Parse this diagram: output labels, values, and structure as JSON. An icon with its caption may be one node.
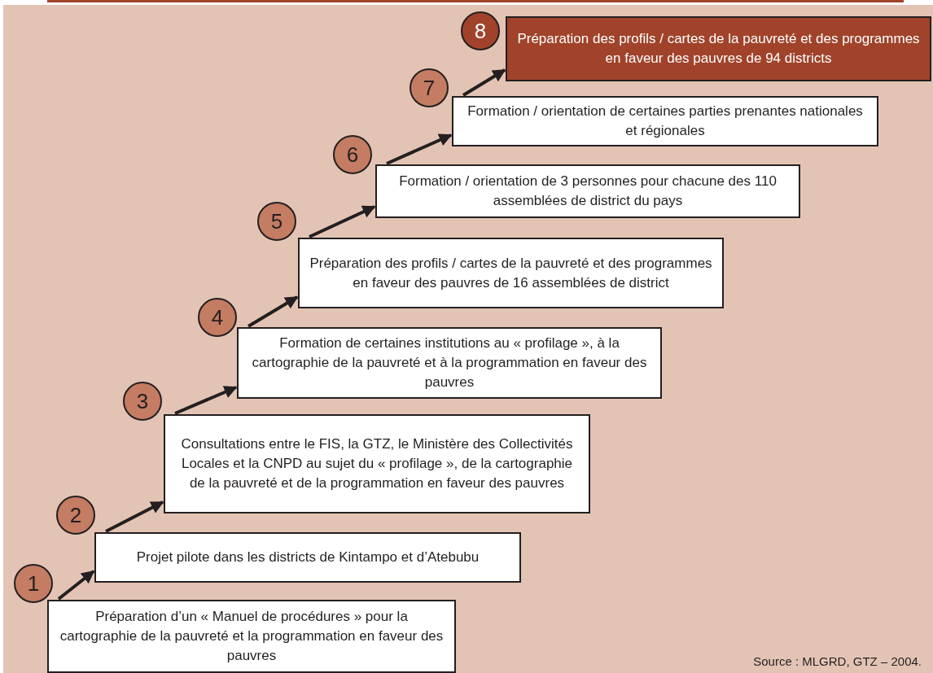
{
  "diagram": {
    "nodes": [
      {
        "text": [
          "1"
        ]
      },
      {
        "text": [
          "Préparation d’un « Manuel de procédures » pour la cartographie de la pauvreté et la programmation en faveur des pauvres"
        ]
      },
      {
        "text": [
          "2"
        ]
      },
      {
        "text": [
          "Projet pilote dans les districts de Kintampo et d’Atebubu"
        ]
      },
      {
        "text": [
          "3"
        ]
      },
      {
        "text": [
          "Consultations entre le FIS, la GTZ, le Ministère des Collectivités Locales et la CNPD au sujet du « profilage », de la cartographie de la pauvreté et de la programmation en faveur des pauvres"
        ]
      },
      {
        "text": [
          "4"
        ]
      },
      {
        "text": [
          "Formation de certaines institutions au « profilage », à la cartographie de la pauvreté et à la programmation en faveur des pauvres"
        ]
      },
      {
        "text": [
          "5"
        ]
      },
      {
        "text": [
          "Préparation des profils / cartes de la pauvreté et des programmes en faveur des pauvres de 16 assemblées de district"
        ]
      },
      {
        "text": [
          "6"
        ]
      },
      {
        "text": [
          "Formation / orientation de 3 personnes pour chacune des 110 assemblées de district du pays"
        ]
      },
      {
        "text": [
          "7"
        ]
      },
      {
        "text": [
          "Formation / orientation de certaines parties prenantes nationales et régionales"
        ]
      },
      {
        "text": [
          "8"
        ]
      },
      {
        "text": [
          "Préparation des profils / cartes de la pauvreté et des programmes en faveur des pauvres de 94 districts"
        ]
      }
    ],
    "edges": [
      {
        "from": 1,
        "to": 3,
        "arrow": "to"
      },
      {
        "from": 3,
        "to": 5,
        "arrow": "to"
      },
      {
        "from": 5,
        "to": 7,
        "arrow": "to"
      },
      {
        "from": 7,
        "to": 9,
        "arrow": "to"
      },
      {
        "from": 9,
        "to": 11,
        "arrow": "to"
      },
      {
        "from": 11,
        "to": 13,
        "arrow": "to"
      },
      {
        "from": 13,
        "to": 15,
        "arrow": "to"
      }
    ],
    "labels": [
      "Source  : MLGRD, GTZ – 2004."
    ]
  }
}
